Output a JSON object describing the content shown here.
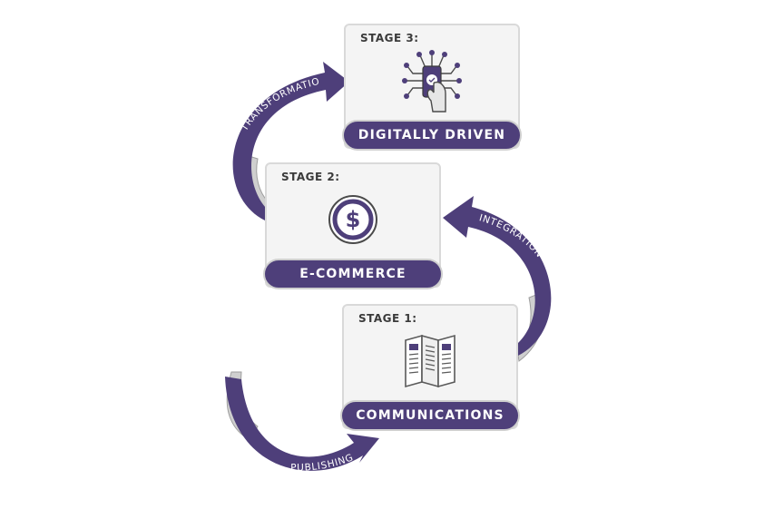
{
  "stages": [
    {
      "label": "STAGE 1:",
      "title": "COMMUNICATIONS",
      "icon": "brochure-icon"
    },
    {
      "label": "STAGE 2:",
      "title": "E-COMMERCE",
      "icon": "dollar-coin-icon"
    },
    {
      "label": "STAGE 3:",
      "title": "DIGITALLY DRIVEN",
      "icon": "hand-touch-device-icon"
    }
  ],
  "arrows": {
    "publishing": "PUBLISHING",
    "integration": "INTEGRATION",
    "transformation": "TRANSFORMATION"
  },
  "colors": {
    "accent": "#4e3f7a",
    "arrow_back": "#cfcfcf",
    "card_bg": "#f4f4f4"
  }
}
